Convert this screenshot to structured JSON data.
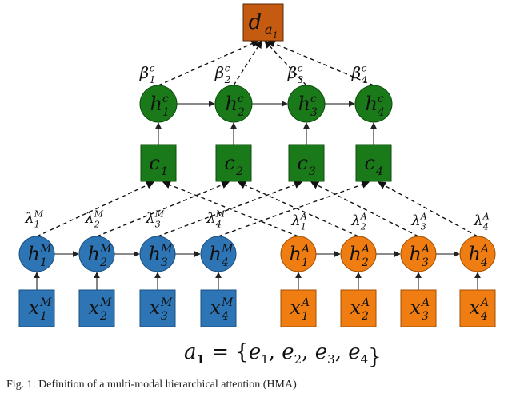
{
  "colors": {
    "decision": "#c55a11",
    "context": "#1a7a1a",
    "model": "#2e75b6",
    "attack": "#f07d12",
    "stroke_dark": "#333333"
  },
  "nodes": {
    "decision": {
      "base": "d",
      "sub": "a",
      "subsub": "1"
    },
    "context_hidden": [
      {
        "base": "h",
        "sub": "1",
        "sup": "c"
      },
      {
        "base": "h",
        "sub": "2",
        "sup": "c"
      },
      {
        "base": "h",
        "sub": "3",
        "sup": "c"
      },
      {
        "base": "h",
        "sub": "4",
        "sup": "c"
      }
    ],
    "context_inputs": [
      {
        "base": "c",
        "sub": "1"
      },
      {
        "base": "c",
        "sub": "2"
      },
      {
        "base": "c",
        "sub": "3"
      },
      {
        "base": "c",
        "sub": "4"
      }
    ],
    "model_hidden": [
      {
        "base": "h",
        "sub": "1",
        "sup": "M"
      },
      {
        "base": "h",
        "sub": "2",
        "sup": "M"
      },
      {
        "base": "h",
        "sub": "3",
        "sup": "M"
      },
      {
        "base": "h",
        "sub": "4",
        "sup": "M"
      }
    ],
    "model_inputs": [
      {
        "base": "x",
        "sub": "1",
        "sup": "M"
      },
      {
        "base": "x",
        "sub": "2",
        "sup": "M"
      },
      {
        "base": "x",
        "sub": "3",
        "sup": "M"
      },
      {
        "base": "x",
        "sub": "4",
        "sup": "M"
      }
    ],
    "attack_hidden": [
      {
        "base": "h",
        "sub": "1",
        "sup": "A"
      },
      {
        "base": "h",
        "sub": "2",
        "sup": "A"
      },
      {
        "base": "h",
        "sub": "3",
        "sup": "A"
      },
      {
        "base": "h",
        "sub": "4",
        "sup": "A"
      }
    ],
    "attack_inputs": [
      {
        "base": "x",
        "sub": "1",
        "sup": "A"
      },
      {
        "base": "x",
        "sub": "2",
        "sup": "A"
      },
      {
        "base": "x",
        "sub": "3",
        "sup": "A"
      },
      {
        "base": "x",
        "sub": "4",
        "sup": "A"
      }
    ]
  },
  "weights": {
    "beta": [
      {
        "base": "β",
        "sub": "1",
        "sup": "c"
      },
      {
        "base": "β",
        "sub": "2",
        "sup": "c"
      },
      {
        "base": "β",
        "sub": "3",
        "sup": "c"
      },
      {
        "base": "β",
        "sub": "4",
        "sup": "c"
      }
    ],
    "lambda_M": [
      {
        "base": "λ",
        "sub": "1",
        "sup": "M"
      },
      {
        "base": "λ",
        "sub": "2",
        "sup": "M"
      },
      {
        "base": "λ",
        "sub": "3",
        "sup": "M"
      },
      {
        "base": "λ",
        "sub": "4",
        "sup": "M"
      }
    ],
    "lambda_A": [
      {
        "base": "λ",
        "sub": "1",
        "sup": "A"
      },
      {
        "base": "λ",
        "sub": "2",
        "sup": "A"
      },
      {
        "base": "λ",
        "sub": "3",
        "sup": "A"
      },
      {
        "base": "λ",
        "sub": "4",
        "sup": "A"
      }
    ]
  },
  "equation": {
    "lhs_base": "a",
    "lhs_sub": "1",
    "equals": "= {",
    "elements": [
      {
        "base": "e",
        "sub": "1"
      },
      {
        "base": "e",
        "sub": "2"
      },
      {
        "base": "e",
        "sub": "3"
      },
      {
        "base": "e",
        "sub": "4"
      }
    ],
    "close": "}"
  },
  "caption": "Fig. 1: Definition of a multi-modal hierarchical attention (HMA)"
}
